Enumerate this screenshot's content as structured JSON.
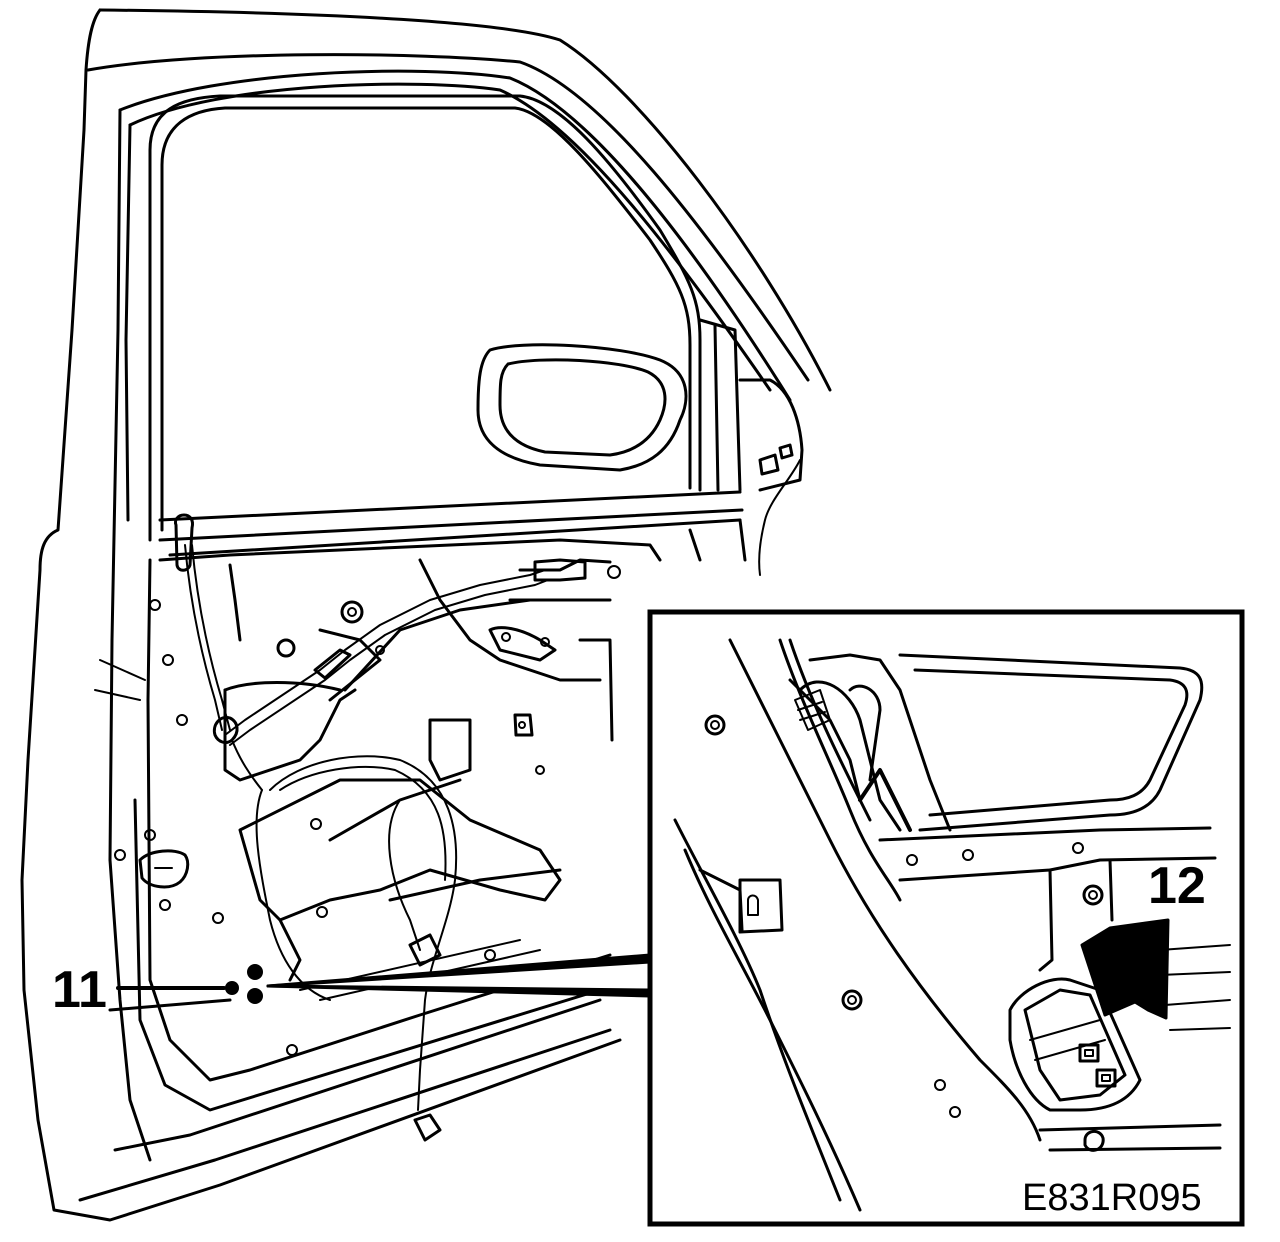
{
  "diagram": {
    "callouts": [
      {
        "id": "11",
        "label": "11"
      },
      {
        "id": "12",
        "label": "12"
      }
    ],
    "figure_code": "E831R095"
  }
}
